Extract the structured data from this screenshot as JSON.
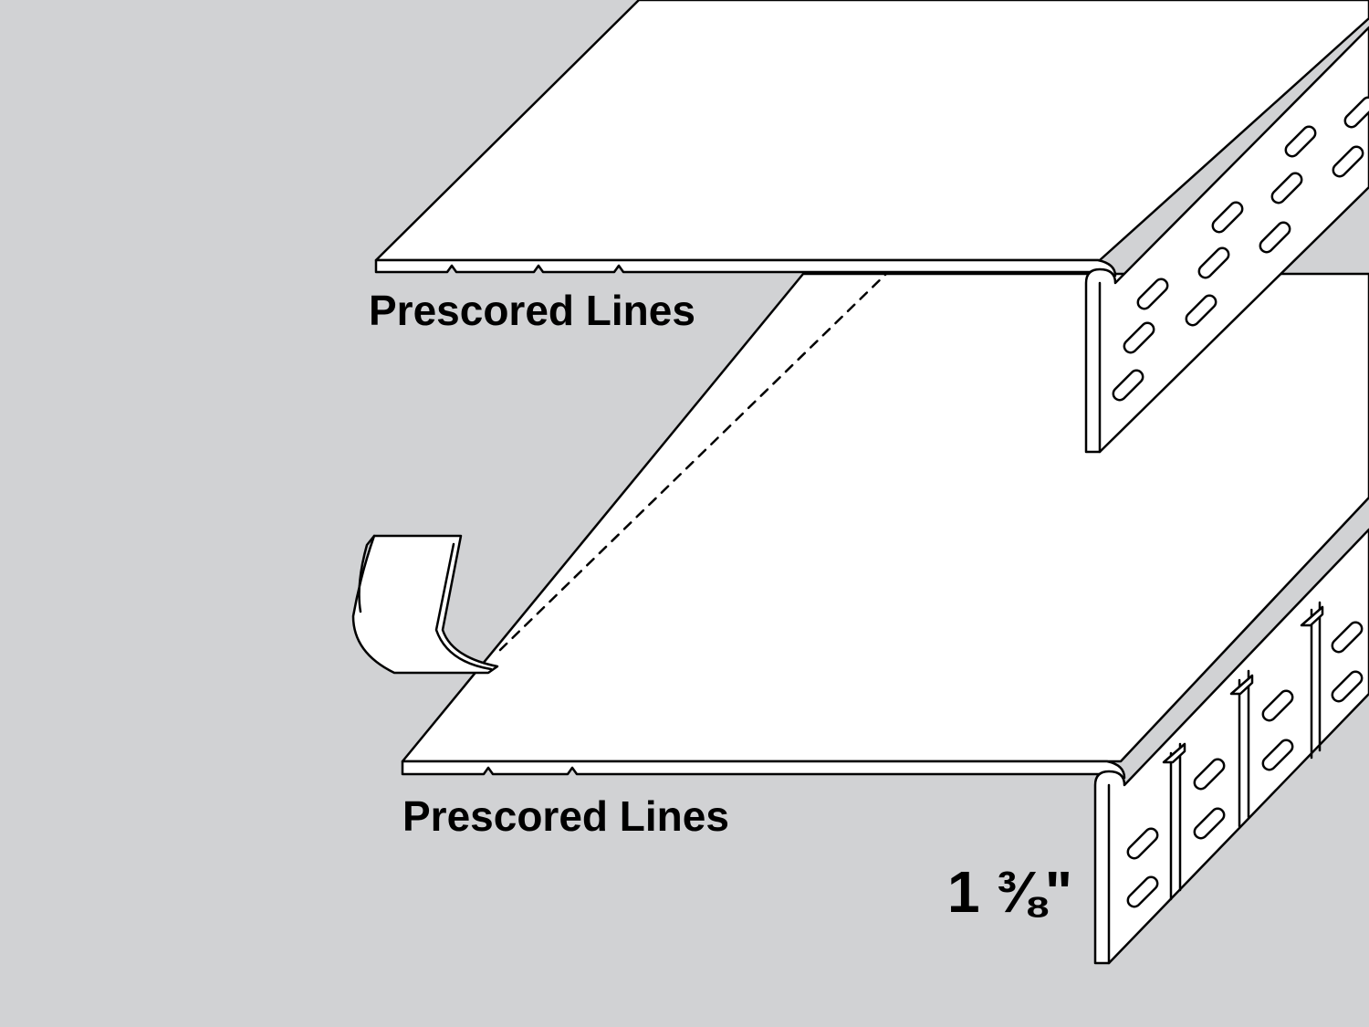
{
  "labels": {
    "top_prescored": "Prescored Lines",
    "bottom_prescored": "Prescored Lines",
    "dimension_whole": "1",
    "dimension_fraction": "⅜\""
  },
  "colors": {
    "background": "#d1d2d4",
    "panel_fill": "#ffffff",
    "outline": "#000000"
  },
  "parts": [
    "upper-trim-piece",
    "lower-trim-piece",
    "peel-off-tape-strip",
    "slotted-flanges",
    "prescored-notches"
  ]
}
